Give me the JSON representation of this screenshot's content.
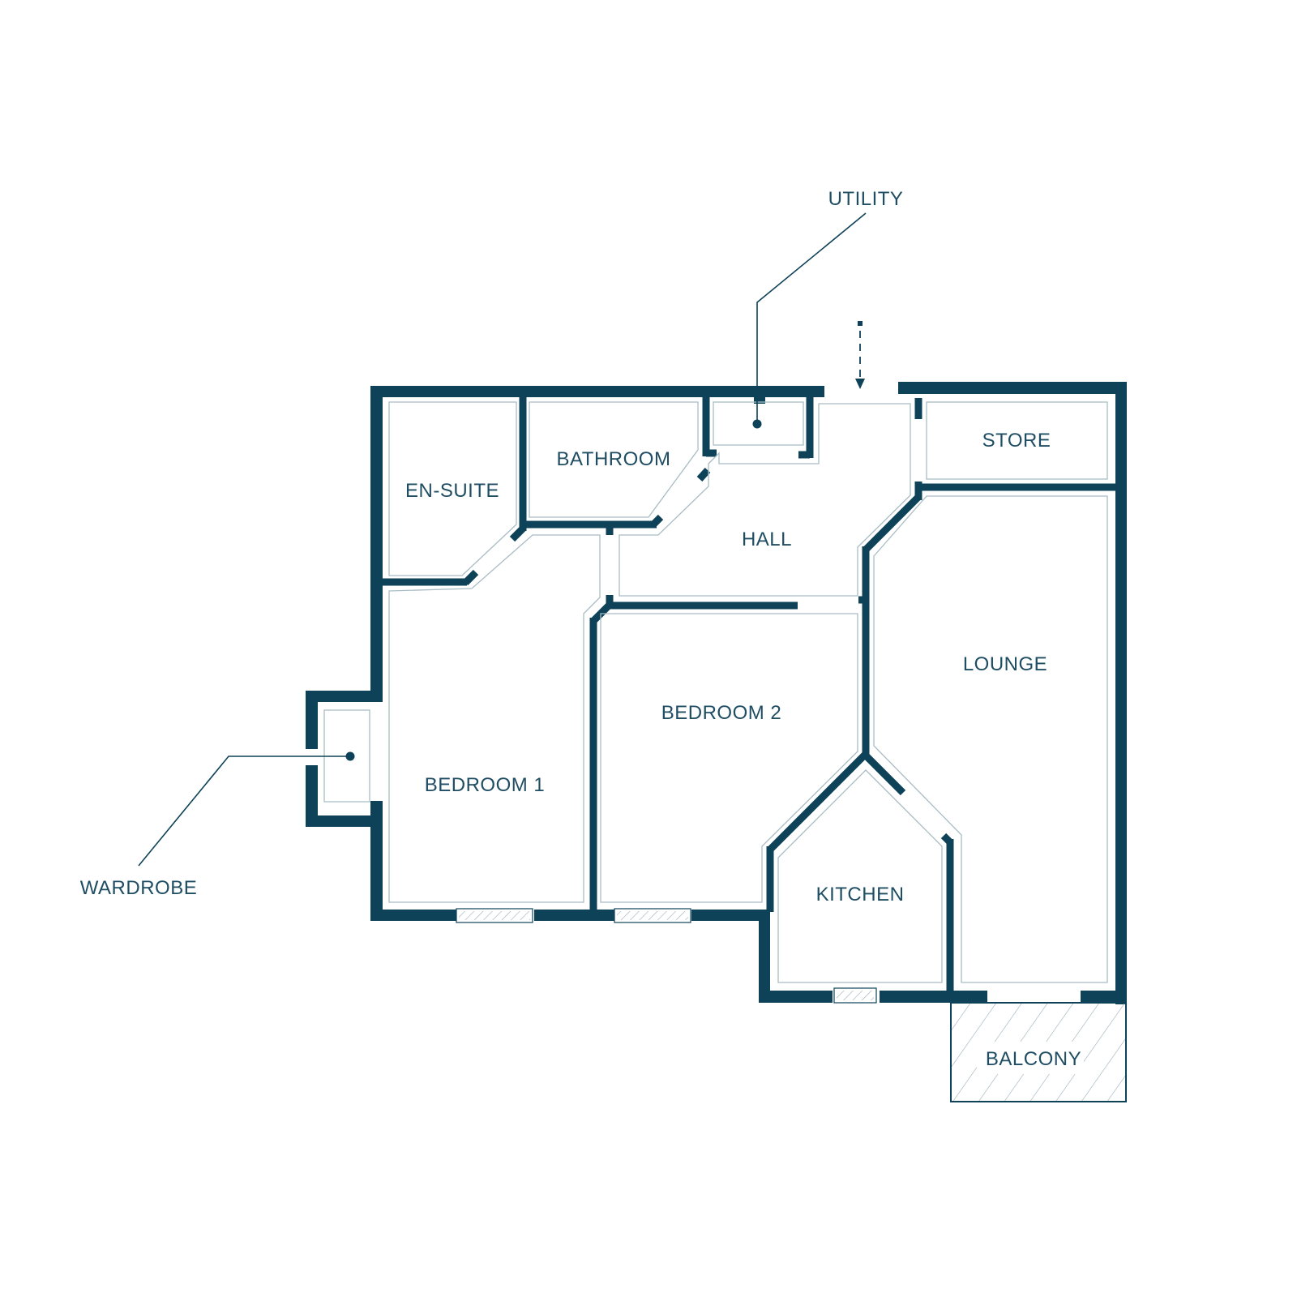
{
  "plan": {
    "rooms": {
      "en_suite": "EN-SUITE",
      "bathroom": "BATHROOM",
      "hall": "HALL",
      "store": "STORE",
      "lounge": "LOUNGE",
      "bedroom_1": "BEDROOM 1",
      "bedroom_2": "BEDROOM 2",
      "kitchen": "KITCHEN",
      "balcony": "BALCONY"
    },
    "callouts": {
      "utility": "UTILITY",
      "wardrobe": "WARDROBE"
    },
    "colors": {
      "wall": "#0e4259",
      "inner_outline": "#a9bcc4",
      "text": "#1f4d63",
      "background": "#ffffff"
    },
    "icons": [
      "entrance-arrow-icon"
    ]
  }
}
